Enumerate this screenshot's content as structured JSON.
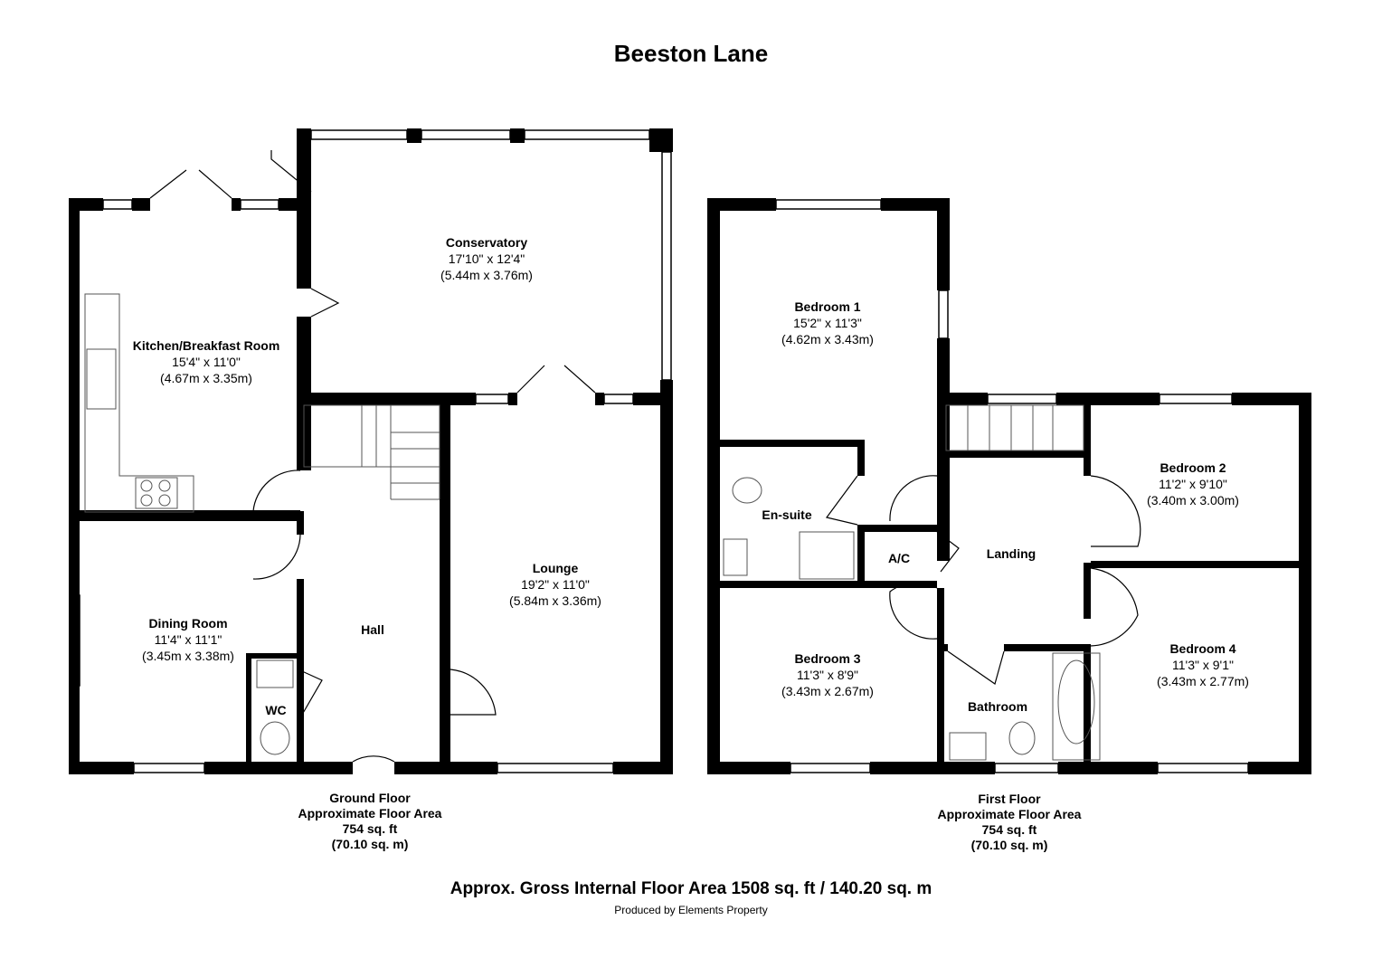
{
  "title": "Beeston Lane",
  "ground_floor": {
    "rooms": [
      {
        "name": "Conservatory",
        "imperial": "17'10\" x 12'4\"",
        "metric": "(5.44m x 3.76m)"
      },
      {
        "name": "Kitchen/Breakfast Room",
        "imperial": "15'4\" x 11'0\"",
        "metric": "(4.67m x 3.35m)"
      },
      {
        "name": "Lounge",
        "imperial": "19'2\" x 11'0\"",
        "metric": "(5.84m x 3.36m)"
      },
      {
        "name": "Dining Room",
        "imperial": "11'4\" x 11'1\"",
        "metric": "(3.45m x 3.38m)"
      }
    ],
    "hall": "Hall",
    "wc": "WC",
    "area": {
      "line1": "Ground Floor",
      "line2": "Approximate Floor Area",
      "line3": "754 sq. ft",
      "line4": "(70.10 sq. m)"
    }
  },
  "first_floor": {
    "rooms": [
      {
        "name": "Bedroom 1",
        "imperial": "15'2\" x 11'3\"",
        "metric": "(4.62m x 3.43m)"
      },
      {
        "name": "Bedroom 2",
        "imperial": "11'2\" x 9'10\"",
        "metric": "(3.40m x 3.00m)"
      },
      {
        "name": "Bedroom 3",
        "imperial": "11'3\" x 8'9\"",
        "metric": "(3.43m x 2.67m)"
      },
      {
        "name": "Bedroom 4",
        "imperial": "11'3\" x 9'1\"",
        "metric": "(3.43m x 2.77m)"
      }
    ],
    "ensuite": "En-suite",
    "ac": "A/C",
    "landing": "Landing",
    "bathroom": "Bathroom",
    "area": {
      "line1": "First Floor",
      "line2": "Approximate Floor Area",
      "line3": "754 sq. ft",
      "line4": "(70.10 sq. m)"
    }
  },
  "gross_area": "Approx. Gross Internal Floor Area 1508 sq. ft / 140.20 sq. m",
  "produced_by": "Produced by Elements Property",
  "colors": {
    "wall": "#000000",
    "background": "#ffffff",
    "fixture": "#555555"
  }
}
